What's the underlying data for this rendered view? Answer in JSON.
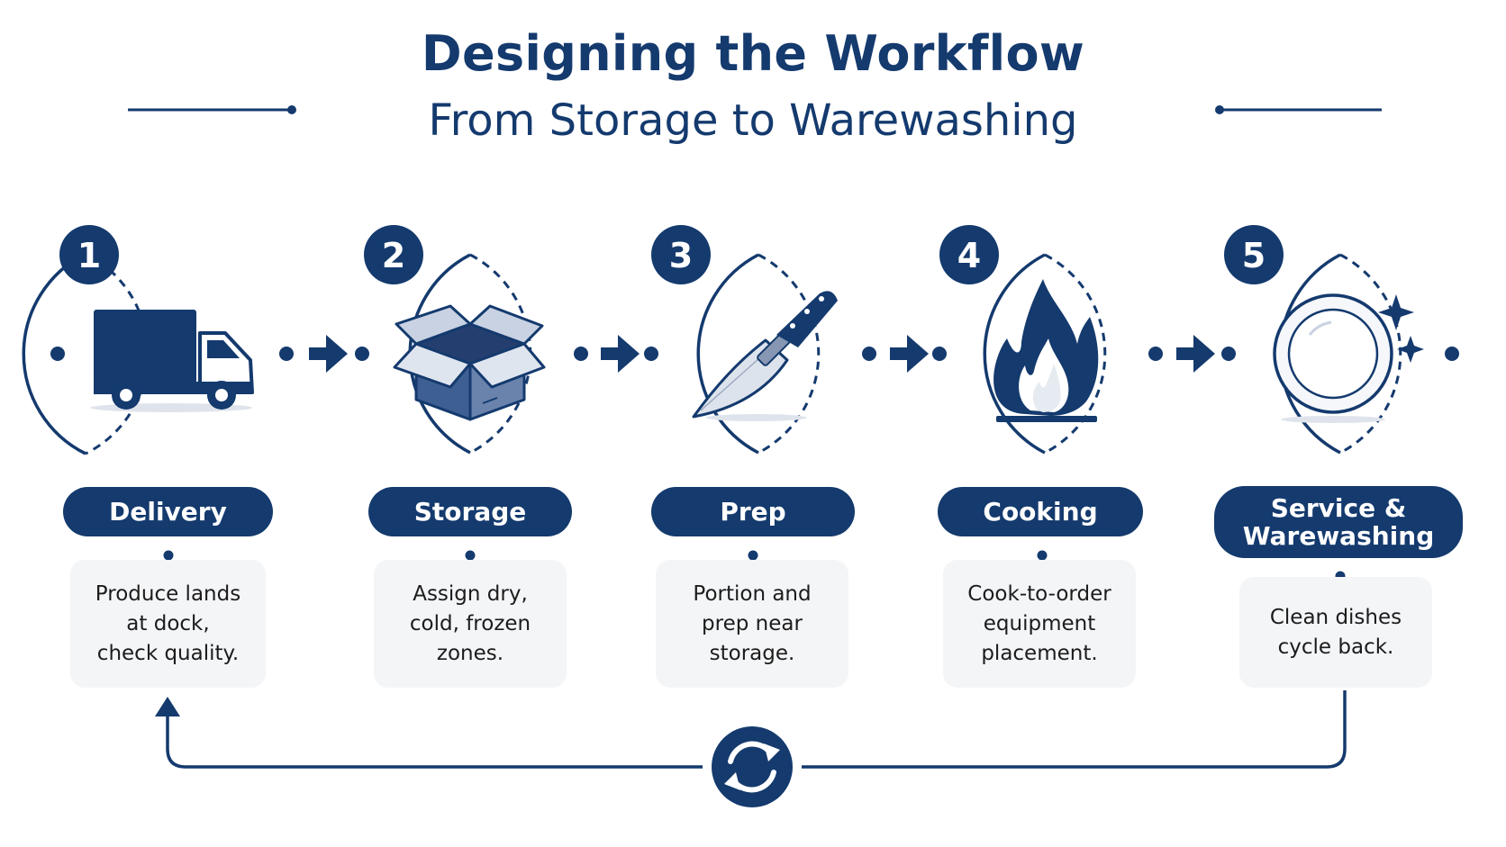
{
  "title": "Designing the Workflow",
  "subtitle": "From Storage to Warewashing",
  "colors": {
    "primary": "#143a6e",
    "card_background": "#f4f5f7",
    "text": "#1c1c1c"
  },
  "steps": [
    {
      "number": "1",
      "label": "Delivery",
      "icon": "delivery-truck-icon",
      "description": "Produce lands\nat dock,\ncheck quality."
    },
    {
      "number": "2",
      "label": "Storage",
      "icon": "storage-box-icon",
      "description": "Assign dry,\ncold, frozen\nzones."
    },
    {
      "number": "3",
      "label": "Prep",
      "icon": "chef-knife-icon",
      "description": "Portion and\nprep near\nstorage."
    },
    {
      "number": "4",
      "label": "Cooking",
      "icon": "flame-icon",
      "description": "Cook-to-order\nequipment\nplacement."
    },
    {
      "number": "5",
      "label": "Service &\nWarewashing",
      "icon": "clean-plate-icon",
      "description": "Clean dishes\ncycle back."
    }
  ],
  "loop_icon": "cycle-arrows-icon"
}
